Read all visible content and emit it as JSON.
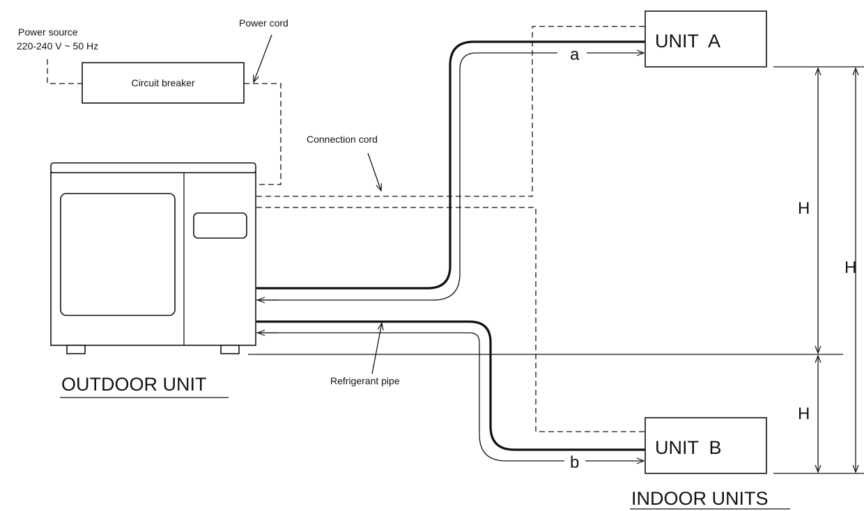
{
  "power_source": {
    "line1": "Power source",
    "line2": "220-240 V ~ 50 Hz"
  },
  "power_cord": "Power cord",
  "circuit_breaker": "Circuit breaker",
  "connection_cord": "Connection cord",
  "refrigerant_pipe": "Refrigerant pipe",
  "outdoor_unit": "OUTDOOR UNIT",
  "indoor_units": "INDOOR UNITS",
  "unit_a": "UNIT  A",
  "unit_b": "UNIT  B",
  "pipe_a": "a",
  "pipe_b": "b",
  "height_labels": [
    "H",
    "H",
    "H"
  ]
}
